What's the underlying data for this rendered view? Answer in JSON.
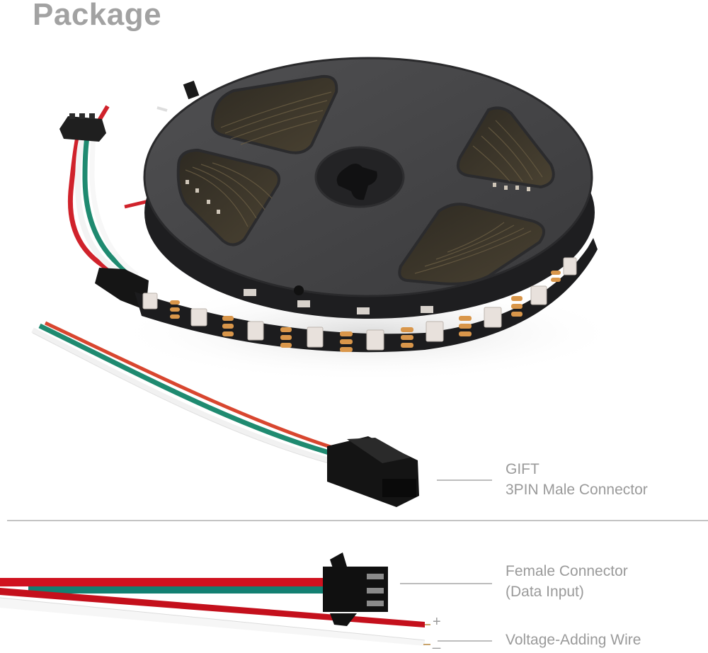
{
  "header": {
    "title": "Package"
  },
  "callouts": {
    "gift": {
      "line1": "GIFT",
      "line2": "3PIN Male Connector"
    },
    "female": {
      "line1": "Female Connector",
      "line2": "(Data Input)"
    },
    "voltage": {
      "label": "Voltage-Adding Wire",
      "plus": "+",
      "minus": "_"
    }
  },
  "colors": {
    "title_text": "#a2a2a2",
    "label_text": "#9a9a9a",
    "leader_line": "#bdbdbd",
    "wire_red": "#d0222b",
    "wire_green": "#1f8a70",
    "wire_white": "#f2f2f2",
    "reel": "#3f3f41",
    "strip": "#1c1c1e",
    "pad": "#d9964a",
    "led": "#e8e1dc"
  },
  "illustration": {
    "reel": "led-strip-reel",
    "male_connector": "3-pin-male-connector",
    "female_connector": "3-pin-female-connector"
  }
}
